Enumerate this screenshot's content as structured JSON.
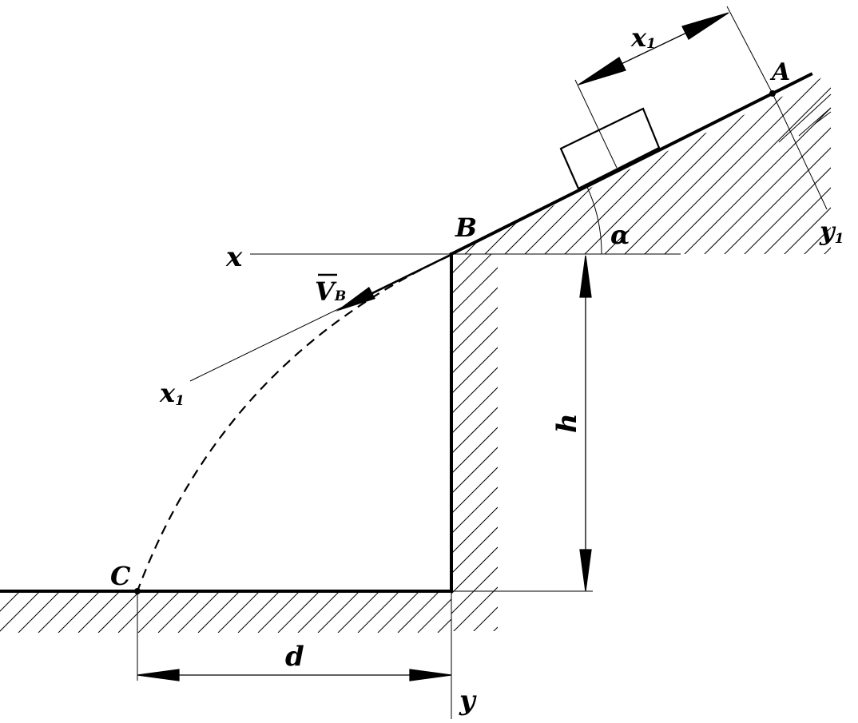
{
  "labels": {
    "A": "A",
    "B": "B",
    "C": "C",
    "alpha": "α",
    "x": "x",
    "y": "y",
    "x1_axis": "x",
    "x1_axis_sub": "1",
    "y1_axis": "y",
    "y1_axis_sub": "1",
    "x1_dim": "x",
    "x1_dim_sub": "1",
    "VB": "V",
    "VB_sub": "B",
    "h": "h",
    "d": "d"
  },
  "colors": {
    "ink": "#000000",
    "background": "#ffffff"
  }
}
